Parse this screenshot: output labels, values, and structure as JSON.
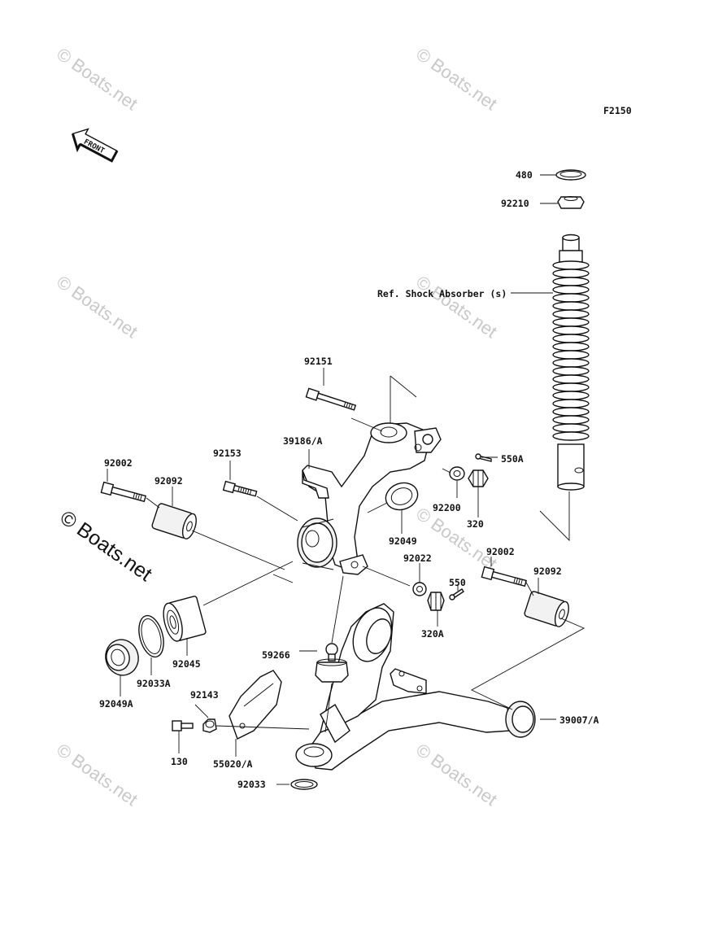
{
  "figure_code": "F2150",
  "front_marker": "FRONT",
  "reference_note": "Ref. Shock Absorber (s)",
  "watermark_text": "© Boats.net",
  "parts": {
    "p480": "480",
    "p92210": "92210",
    "p92151": "92151",
    "p39186A": "39186/A",
    "p92153": "92153",
    "p550A": "550A",
    "p92002a": "92002",
    "p92092a": "92092",
    "p92200": "92200",
    "p320": "320",
    "p92049": "92049",
    "p92022": "92022",
    "p92002b": "92002",
    "p92092b": "92092",
    "p550": "550",
    "p320A": "320A",
    "p92045": "92045",
    "p92033A": "92033A",
    "p59266": "59266",
    "p92049A": "92049A",
    "p92143": "92143",
    "p39007A": "39007/A",
    "p130": "130",
    "p55020A": "55020/A",
    "p92033": "92033"
  }
}
